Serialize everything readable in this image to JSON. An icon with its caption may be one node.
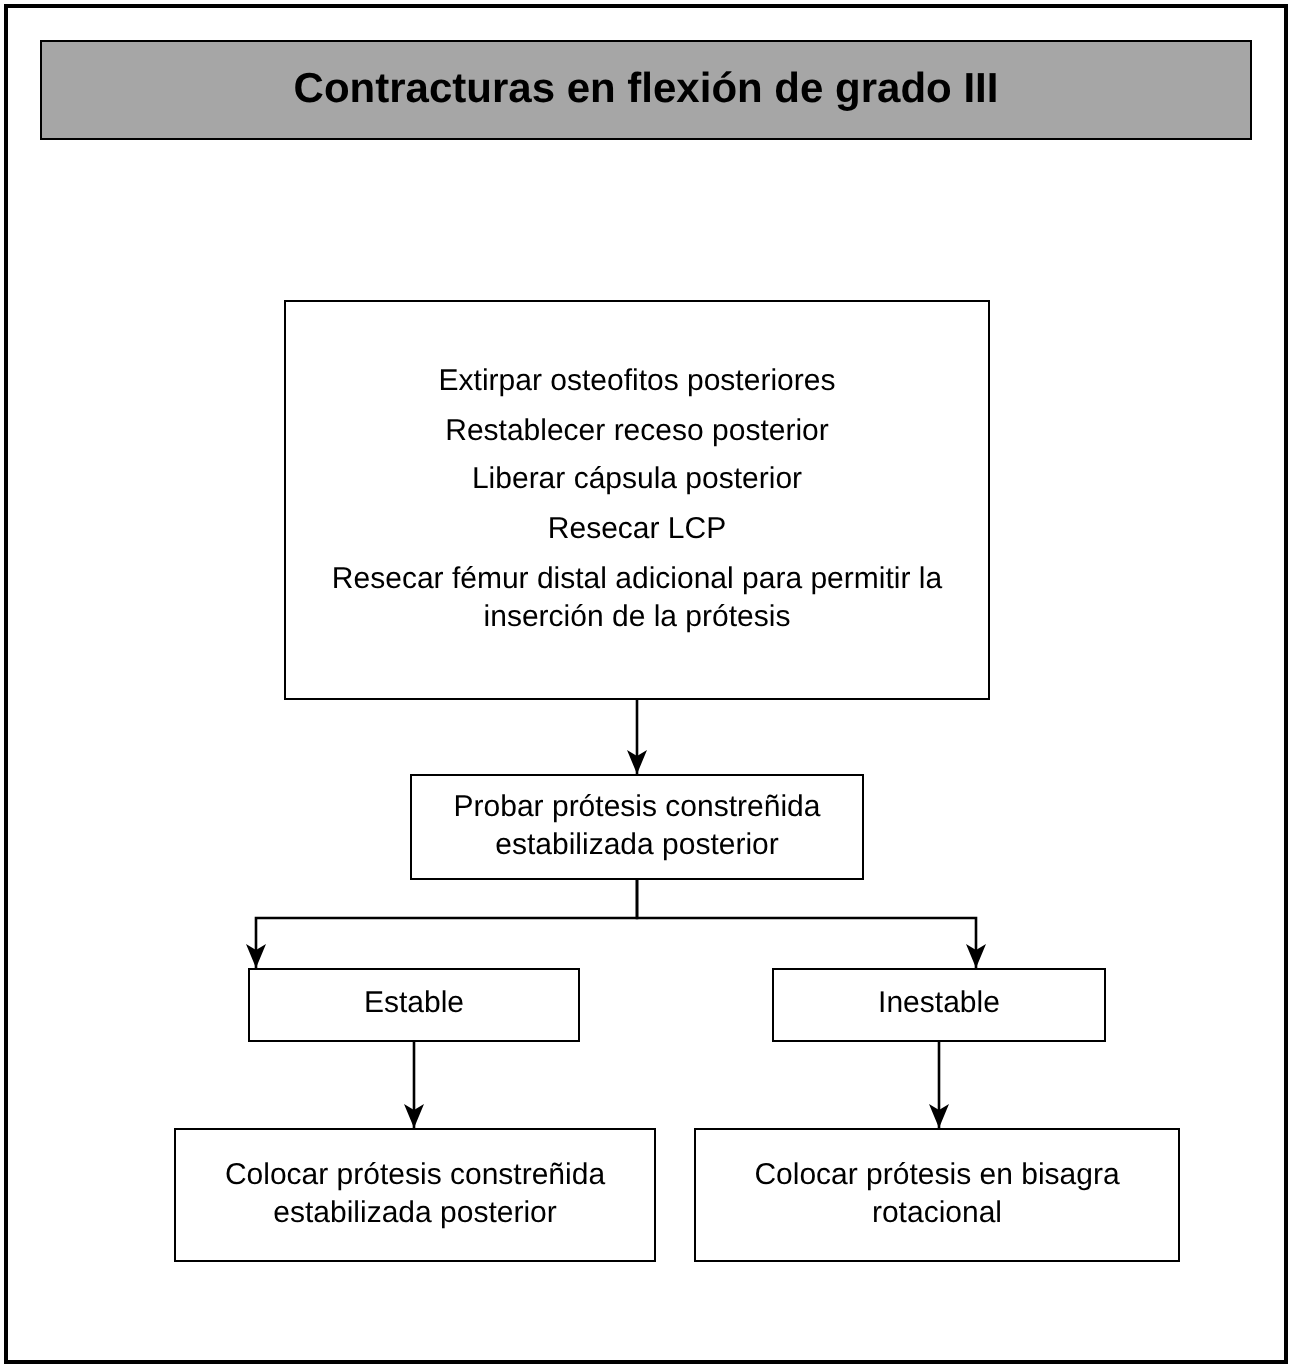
{
  "diagram": {
    "title": "Contracturas en flexión de grado III",
    "nodes": [
      {
        "text": [
          "Extirpar osteofitos posteriores",
          "Restablecer receso posterior",
          "Liberar cápsula posterior",
          "Resecar LCP",
          "Resecar fémur distal adicional para permitir la inserción de la prótesis"
        ]
      },
      {
        "text": [
          "Probar prótesis constreñida estabilizada posterior"
        ]
      },
      {
        "text": [
          "Estable"
        ]
      },
      {
        "text": [
          "Inestable"
        ]
      },
      {
        "text": [
          "Colocar prótesis constreñida estabilizada posterior"
        ]
      },
      {
        "text": [
          "Colocar prótesis en bisagra rotacional"
        ]
      }
    ],
    "edges": [
      {
        "from": 0,
        "to": 1,
        "arrow": "to"
      },
      {
        "from": 1,
        "to": 2,
        "arrow": "to"
      },
      {
        "from": 1,
        "to": 3,
        "arrow": "to"
      },
      {
        "from": 2,
        "to": 4,
        "arrow": "to"
      },
      {
        "from": 3,
        "to": 5,
        "arrow": "to"
      }
    ]
  }
}
